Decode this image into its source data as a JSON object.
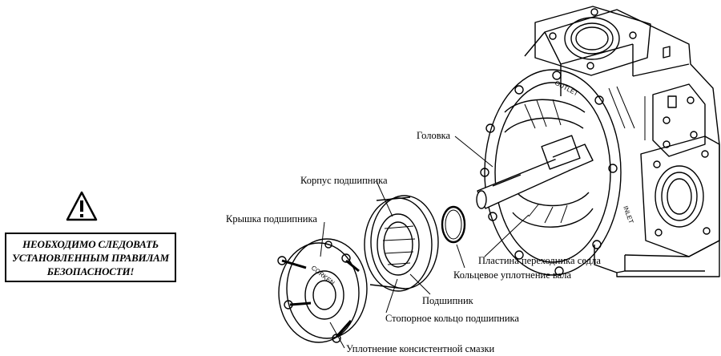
{
  "warning": {
    "icon": "warning-triangle-icon",
    "lines": [
      "НЕОБХОДИМО СЛЕДОВАТЬ",
      "УСТАНОВЛЕННЫМ ПРАВИЛАМ",
      "БЕЗОПАСНОСТИ!"
    ]
  },
  "labels": {
    "head": "Головка",
    "bearing_housing": "Корпус подшипника",
    "bearing_cap": "Крышка подшипника",
    "adapter_plate": "Пластина переходника седла",
    "shaft_oring": "Кольцевое уплотнение вала",
    "bearing": "Подшипник",
    "bearing_retainer": "Стопорное кольцо подшипника",
    "grease_seal": "Уплотнение консистентной смазки"
  },
  "stamps": {
    "outlet": "OUTLET",
    "inlet": "INLET",
    "brand": "CORKEN"
  }
}
